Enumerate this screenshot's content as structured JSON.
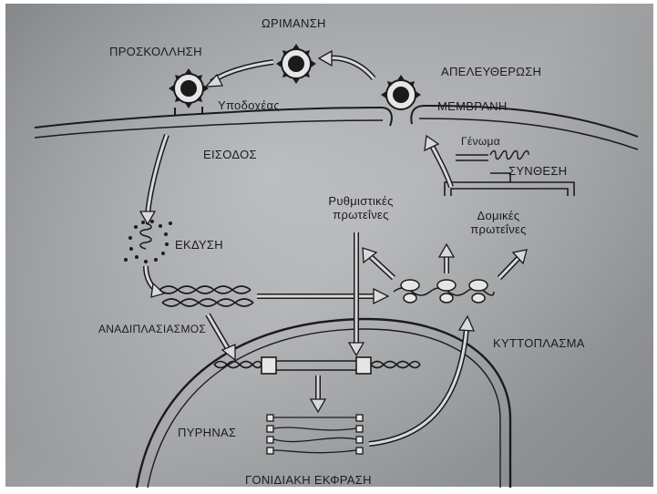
{
  "labels": {
    "maturation": "ΩΡΙΜΑΝΣΗ",
    "attachment": "ΠΡΟΣΚΟΛΛΗΣΗ",
    "release": "ΑΠΕΛΕΥΘΕΡΩΣΗ",
    "receptor": "Υποδοχέας",
    "membrane": "ΜΕΜΒΡΑΝΗ",
    "entry": "ΕΙΣΟΔΟΣ",
    "genome": "Γένωμα",
    "synthesis": "ΣΥΝΘΕΣΗ",
    "regulatory_proteins": [
      "Ρυθμιστικές",
      "πρωτεΐνες"
    ],
    "structural_proteins": [
      "Δομικές",
      "πρωτεΐνες"
    ],
    "uncoating": "ΕΚΔΥΣΗ",
    "replication": "ΑΝΑΔΙΠΛΑΣΙΑΣΜΟΣ",
    "cytoplasm": "ΚΥΤΤΟΠΛΑΣΜΑ",
    "nucleus": "ΠΥΡΗΝΑΣ",
    "gene_expression": "ΓΟΝΙΔΙΑΚΗ ΕΚΦΡΑΣΗ"
  },
  "colors": {
    "ink": "#1b1b1e",
    "paper": "#aeb1b3"
  }
}
